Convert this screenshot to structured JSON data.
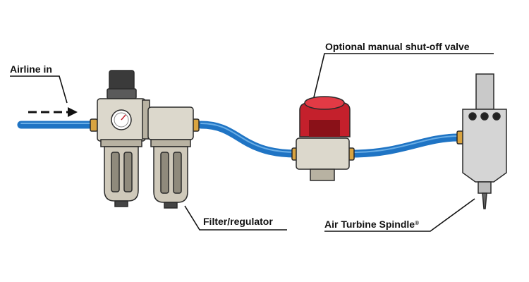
{
  "labels": {
    "airline_in": "Airline in",
    "valve": "Optional manual shut-off valve",
    "filter_regulator": "Filter/regulator",
    "spindle": "Air Turbine Spindle",
    "spindle_mark": "®"
  },
  "colors": {
    "hose": "#1f74c4",
    "hose_highlight": "#6aaee6",
    "body_light": "#dcd8cc",
    "body_shade": "#b8b2a2",
    "valve_red": "#c4202c",
    "valve_red_dark": "#8a1118",
    "brass": "#d9a441",
    "outline": "#2a2a2a",
    "spindle_grey": "#c9c9c9"
  },
  "icons": [
    "flow-arrow-icon",
    "pressure-gauge-icon"
  ]
}
